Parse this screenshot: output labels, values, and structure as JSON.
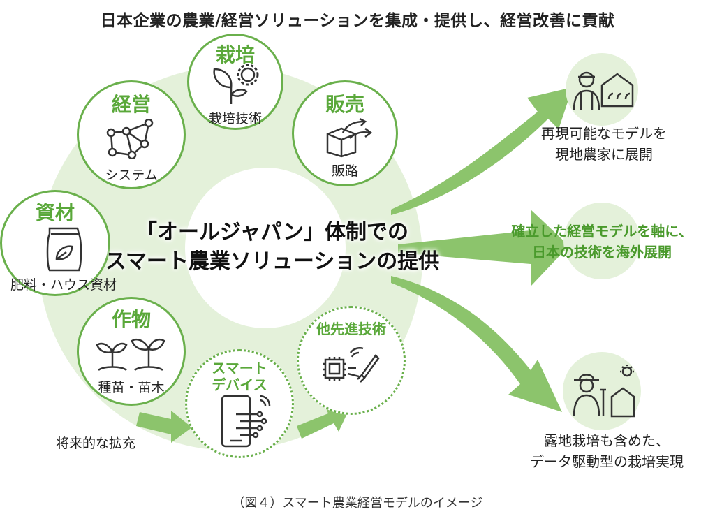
{
  "title": "日本企業の農業/経営ソリューションを集成・提供し、経営改善に貢献",
  "center": {
    "line1": "「オールジャパン」体制での",
    "line2": "スマート農業ソリューションの提供"
  },
  "nodes": {
    "cultivation": {
      "title": "栽培",
      "sub": "栽培技術",
      "icon": "plant-gear-icon"
    },
    "management": {
      "title": "経営",
      "sub": "システム",
      "icon": "network-icon"
    },
    "sales": {
      "title": "販売",
      "sub": "販路",
      "icon": "box-arrow-icon"
    },
    "materials": {
      "title": "資材",
      "sub": "肥料・ハウス資材",
      "icon": "fertilizer-bag-icon"
    },
    "crops": {
      "title": "作物",
      "sub": "種苗・苗木",
      "icon": "seedling-icon"
    },
    "smart_device": {
      "title_line1": "スマート",
      "title_line2": "デバイス",
      "icon": "smartphone-circuit-icon"
    },
    "other_tech": {
      "title": "他先進技術",
      "icon": "chip-rocket-icon"
    }
  },
  "future_label": "将来的な拡充",
  "outcomes": [
    {
      "line1": "再現可能なモデルを",
      "line2": "現地農家に展開",
      "icon": "farmer-greenhouse-icon"
    },
    {
      "line1": "確立した経営モデルを軸に、",
      "line2": "日本の技術を海外展開"
    },
    {
      "line1": "露地栽培も含めた、",
      "line2": "データ駆動型の栽培実現",
      "icon": "farmer-field-icon"
    }
  ],
  "caption": "（図４）スマート農業経営モデルのイメージ",
  "colors": {
    "green": "#6ab04c",
    "light_green": "#e4f1da",
    "arrow_green": "#8cc46c"
  }
}
